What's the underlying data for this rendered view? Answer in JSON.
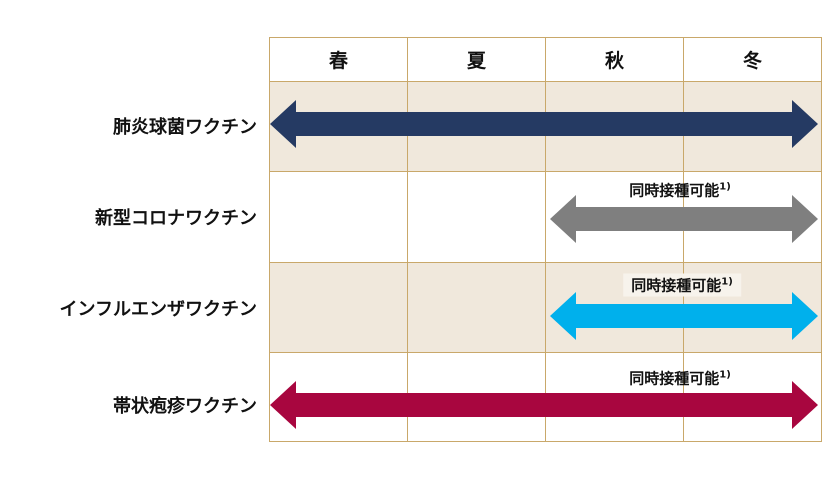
{
  "seasons": [
    "春",
    "夏",
    "秋",
    "冬"
  ],
  "vaccines": [
    {
      "name": "肺炎球菌ワクチン",
      "color": "#253a63",
      "from_season": "春",
      "to_season": "冬",
      "note": null
    },
    {
      "name": "新型コロナワクチン",
      "color": "#7f7f7f",
      "from_season": "秋",
      "to_season": "冬",
      "note": "同時接種可能",
      "note_ref": "1)"
    },
    {
      "name": "インフルエンザワクチン",
      "color": "#00b0ec",
      "from_season": "秋",
      "to_season": "冬",
      "note": "同時接種可能",
      "note_ref": "1)"
    },
    {
      "name": "帯状疱疹ワクチン",
      "color": "#a8063f",
      "from_season": "春",
      "to_season": "冬",
      "note": "同時接種可能",
      "note_ref": "1)"
    }
  ],
  "colors": {
    "grid": "#c9a86a",
    "beige": "#f0e8dc"
  }
}
